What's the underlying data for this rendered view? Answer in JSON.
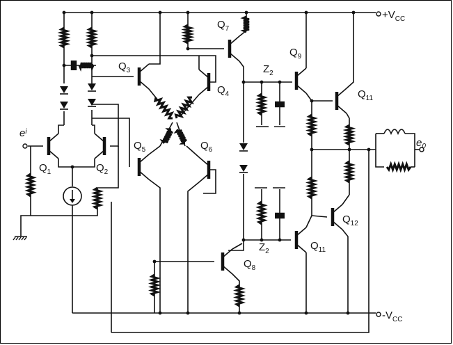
{
  "labels": {
    "vcc_pos": "+V",
    "vcc_neg": "-V",
    "vcc_sub": "CC",
    "input": "e",
    "input_sub": "i",
    "output": "e",
    "output_sub": "0",
    "z2_top": "Z",
    "z2_bottom": "Z",
    "z2_sub": "2"
  },
  "transistors": {
    "q1": "Q",
    "q1_sub": "1",
    "q2": "Q",
    "q2_sub": "2",
    "q3": "Q",
    "q3_sub": "3",
    "q4": "Q",
    "q4_sub": "4",
    "q5": "Q",
    "q5_sub": "5",
    "q6": "Q",
    "q6_sub": "6",
    "q7": "Q",
    "q7_sub": "7",
    "q8": "Q",
    "q8_sub": "8",
    "q9": "Q",
    "q9_sub": "9",
    "q11a": "Q",
    "q11a_sub": "11",
    "q11b": "Q",
    "q11b_sub": "11",
    "q12": "Q",
    "q12_sub": "12"
  }
}
